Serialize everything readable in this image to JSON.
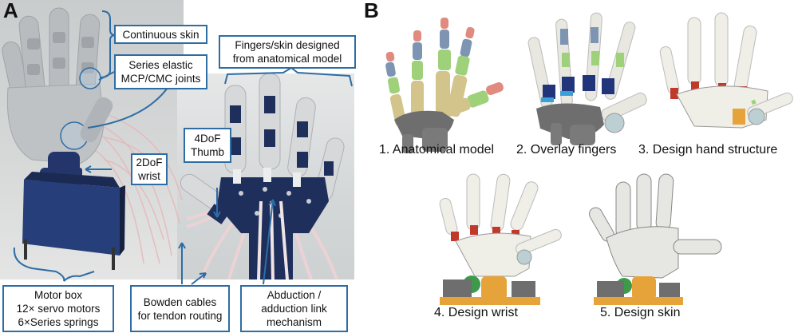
{
  "panel_a": {
    "letter": "A",
    "callouts": {
      "continuous_skin": "Continuous skin",
      "series_elastic": "Series elastic\nMCP/CMC joints",
      "fingers_skin": "Fingers/skin designed\nfrom anatomical model",
      "wrist": "2DoF\nwrist",
      "thumb": "4DoF\nThumb",
      "motor_box": "Motor box\n12× servo motors\n6×Series springs",
      "bowden": "Bowden cables\nfor tendon routing",
      "abduction": "Abduction /\nadduction link\nmechanism"
    }
  },
  "panel_b": {
    "letter": "B",
    "steps": [
      {
        "label": "1. Anatomical model"
      },
      {
        "label": "2. Overlay fingers"
      },
      {
        "label": "3. Design hand structure"
      },
      {
        "label": "4. Design wrist"
      },
      {
        "label": "5. Design skin"
      }
    ]
  },
  "colors": {
    "callout_border": "#2e6da4",
    "bone": "#d2c48a",
    "bone_green": "#9fd07a",
    "bone_blue": "#7d95b3",
    "bone_tip": "#e08a80",
    "carpal": "#6e6e6e",
    "robot_blue": "#1f2f5c",
    "white_part": "#efefe8",
    "orange": "#e5a33a"
  }
}
